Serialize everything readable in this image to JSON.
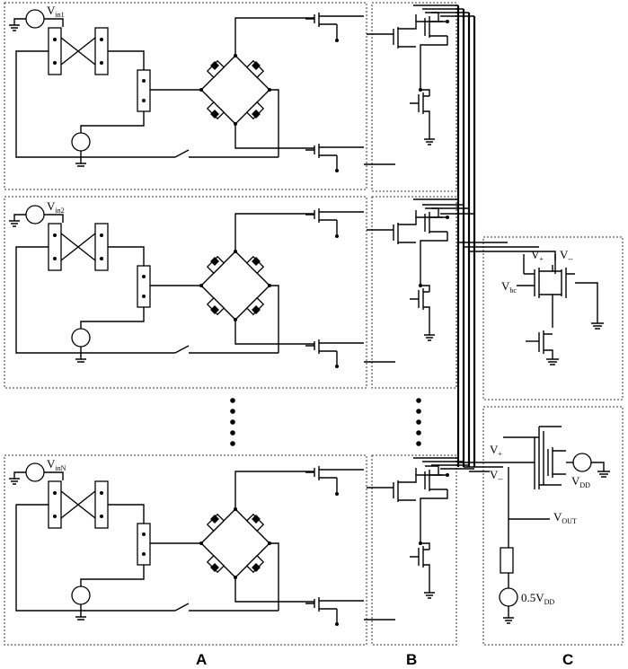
{
  "labels": {
    "vin1_main": "V",
    "vin1_sub": "in1",
    "vin2_main": "V",
    "vin2_sub": "in2",
    "vinN_main": "V",
    "vinN_sub": "inN",
    "vbc_main": "V",
    "vbc_sub": "bc",
    "vplus_c1": "V",
    "vplus_c1_sub": "+",
    "vminus_c1": "V",
    "vminus_c1_sub": "--",
    "vplus_c2": "V",
    "vplus_c2_sub": "+",
    "vminus_c2": "V",
    "vminus_c2_sub": "--",
    "vdd_main": "V",
    "vdd_sub": "DD",
    "vout_main": "V",
    "vout_sub": "OUT",
    "half_vdd_main": "0.5V",
    "half_vdd_sub": "DD"
  },
  "sections": {
    "a": "A",
    "b": "B",
    "c": "C"
  }
}
